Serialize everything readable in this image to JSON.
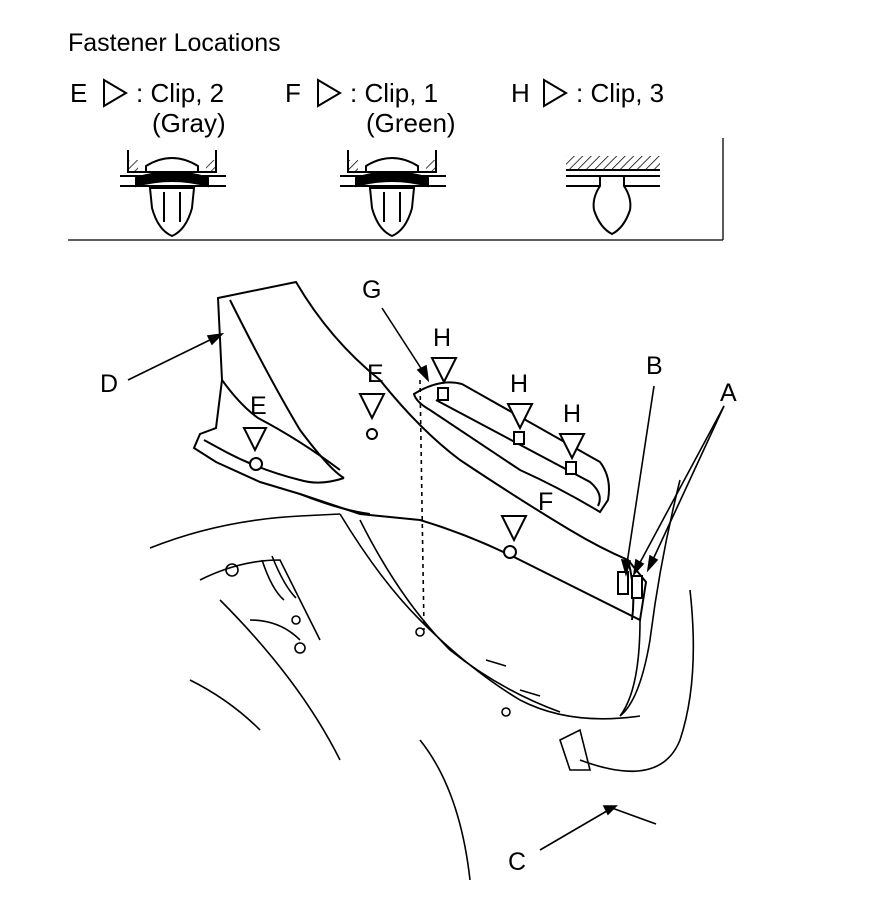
{
  "title": "Fastener Locations",
  "legend": [
    {
      "letter": "E",
      "desc": ": Clip, 2",
      "sub": "(Gray)",
      "icon": "triangle-right-icon"
    },
    {
      "letter": "F",
      "desc": ": Clip, 1",
      "sub": "(Green)",
      "icon": "triangle-right-icon"
    },
    {
      "letter": "H",
      "desc": ": Clip, 3",
      "sub": "",
      "icon": "triangle-right-icon"
    }
  ],
  "callouts": {
    "A": "A",
    "B": "B",
    "C": "C",
    "D": "D",
    "E1": "E",
    "E2": "E",
    "F": "F",
    "G": "G",
    "H1": "H",
    "H2": "H",
    "H3": "H"
  }
}
